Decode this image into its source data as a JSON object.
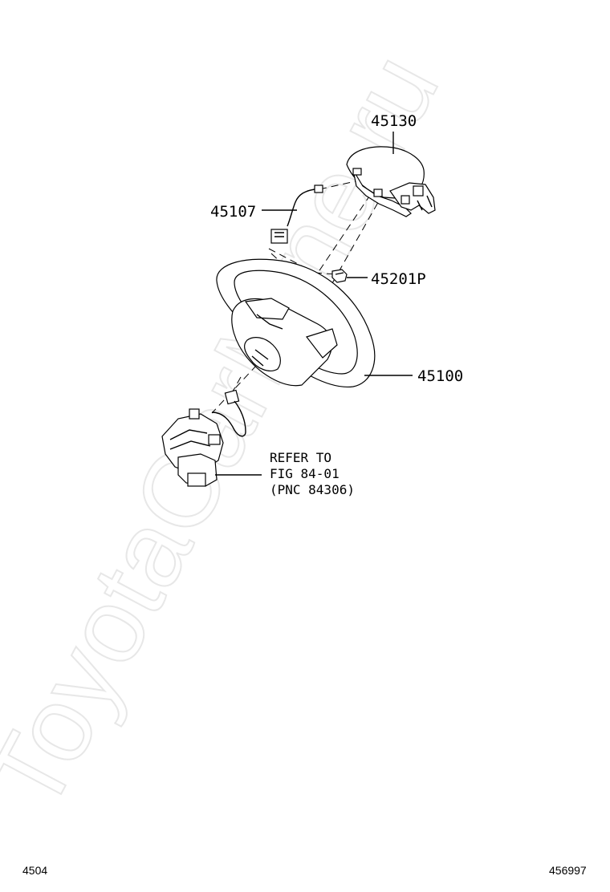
{
  "watermark": "ToyotaCarMine.ru",
  "parts": {
    "p45130": "45130",
    "p45107": "45107",
    "p45201p": "45201P",
    "p45100": "45100"
  },
  "reference_note": {
    "line1": "REFER TO",
    "line2": "FIG 84-01",
    "line3": "(PNC 84306)"
  },
  "footer": {
    "left_code": "4504",
    "right_code": "456997"
  }
}
